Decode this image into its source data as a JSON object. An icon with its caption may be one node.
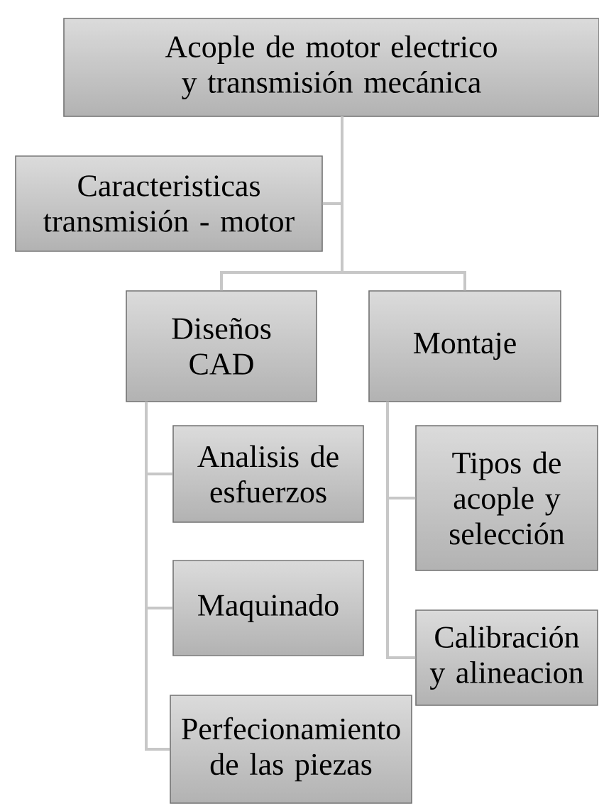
{
  "diagram": {
    "nodes": [
      {
        "text": [
          "Acople de motor electrico y transmisión mecánica"
        ]
      },
      {
        "text": [
          "Caracteristicas transmisión - motor"
        ]
      },
      {
        "text": [
          "Diseños CAD"
        ]
      },
      {
        "text": [
          "Montaje"
        ]
      },
      {
        "text": [
          "Analisis de esfuerzos"
        ]
      },
      {
        "text": [
          "Maquinado"
        ]
      },
      {
        "text": [
          "Perfecionamiento de las piezas"
        ]
      },
      {
        "text": [
          "Tipos de acople y selección"
        ]
      },
      {
        "text": [
          "Calibración y alineacion"
        ]
      }
    ],
    "edges": [
      {
        "from": 0,
        "to": 1,
        "arrow": "none"
      },
      {
        "from": 0,
        "to": 2,
        "arrow": "none"
      },
      {
        "from": 0,
        "to": 3,
        "arrow": "none"
      },
      {
        "from": 2,
        "to": 4,
        "arrow": "none"
      },
      {
        "from": 2,
        "to": 5,
        "arrow": "none"
      },
      {
        "from": 2,
        "to": 6,
        "arrow": "none"
      },
      {
        "from": 3,
        "to": 7,
        "arrow": "none"
      },
      {
        "from": 3,
        "to": 8,
        "arrow": "none"
      }
    ]
  }
}
